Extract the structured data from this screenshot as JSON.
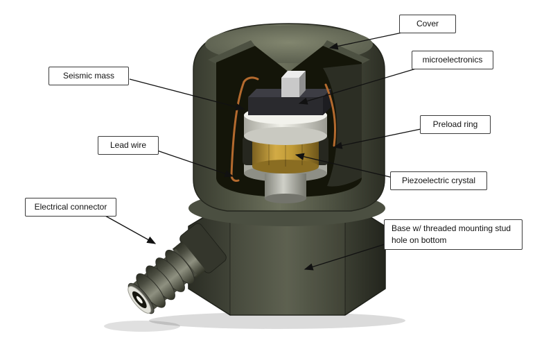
{
  "diagram": {
    "labels": [
      {
        "id": "cover",
        "text": "Cover"
      },
      {
        "id": "microelectronics",
        "text": "microelectronics"
      },
      {
        "id": "seismic-mass",
        "text": "Seismic mass"
      },
      {
        "id": "preload-ring",
        "text": "Preload ring"
      },
      {
        "id": "lead-wire",
        "text": "Lead wire"
      },
      {
        "id": "piezoelectric-crystal",
        "text": "Piezoelectric crystal"
      },
      {
        "id": "electrical-connector",
        "text": "Electrical connector"
      },
      {
        "id": "base",
        "text": "Base w/ threaded mounting stud hole on bottom"
      }
    ],
    "colors": {
      "background": "#ffffff",
      "cover_body": "#565a4b",
      "base_body": "#3e4138",
      "cavity": "#141509",
      "crystal_gold": "#c09a36",
      "white_ring": "#f1f1ea",
      "seismic_mass": "#2a2a2e",
      "lead_wire_copper": "#b46a2e",
      "label_border": "#3a3a3a",
      "arrow": "#111111"
    }
  }
}
